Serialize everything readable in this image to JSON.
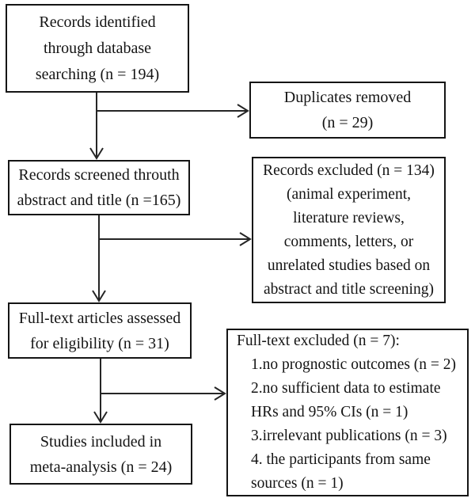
{
  "boxes": {
    "identified": {
      "lines": [
        "Records identified",
        "through database",
        "searching (n = 194)"
      ]
    },
    "duplicates": {
      "lines": [
        "Duplicates removed",
        "(n = 29)"
      ]
    },
    "screened": {
      "lines": [
        "Records screened throuth",
        "abstract and title (n =165)"
      ]
    },
    "records_excluded": {
      "lines": [
        "Records excluded (n = 134)",
        "(animal experiment,",
        "literature reviews,",
        "comments, letters, or",
        "unrelated studies based on",
        "abstract and title screening)"
      ]
    },
    "fulltext_assessed": {
      "lines": [
        "Full-text articles assessed",
        "for eligibility (n = 31)"
      ]
    },
    "fulltext_excluded": {
      "lines": [
        "Full-text excluded (n = 7):",
        "1.no prognostic outcomes (n = 2)",
        "2.no sufficient data to estimate",
        "HRs and 95% CIs (n = 1)",
        "3.irrelevant publications (n = 3)",
        "4. the participants from same",
        "sources (n = 1)"
      ]
    },
    "included": {
      "lines": [
        "Studies included in",
        "meta-analysis (n = 24)"
      ]
    }
  },
  "colors": {
    "border": "#151515",
    "line": "#252525",
    "background": "#ffffff",
    "text": "#141414"
  }
}
